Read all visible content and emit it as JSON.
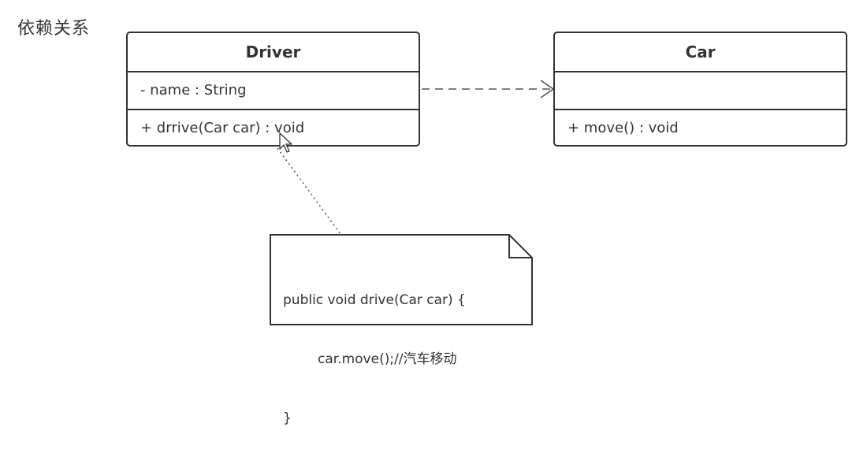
{
  "title": "依赖关系",
  "driver": {
    "name": "Driver",
    "attributes": [
      "- name : String"
    ],
    "methods": [
      "+ drrive(Car car) : void"
    ]
  },
  "car": {
    "name": "Car",
    "attributes": [],
    "methods": [
      "+ move() : void"
    ]
  },
  "note": {
    "lines": [
      "public void drive(Car car) {",
      "car.move();//汽车移动",
      "}"
    ]
  },
  "colors": {
    "line": "#333333",
    "background": "#ffffff"
  }
}
